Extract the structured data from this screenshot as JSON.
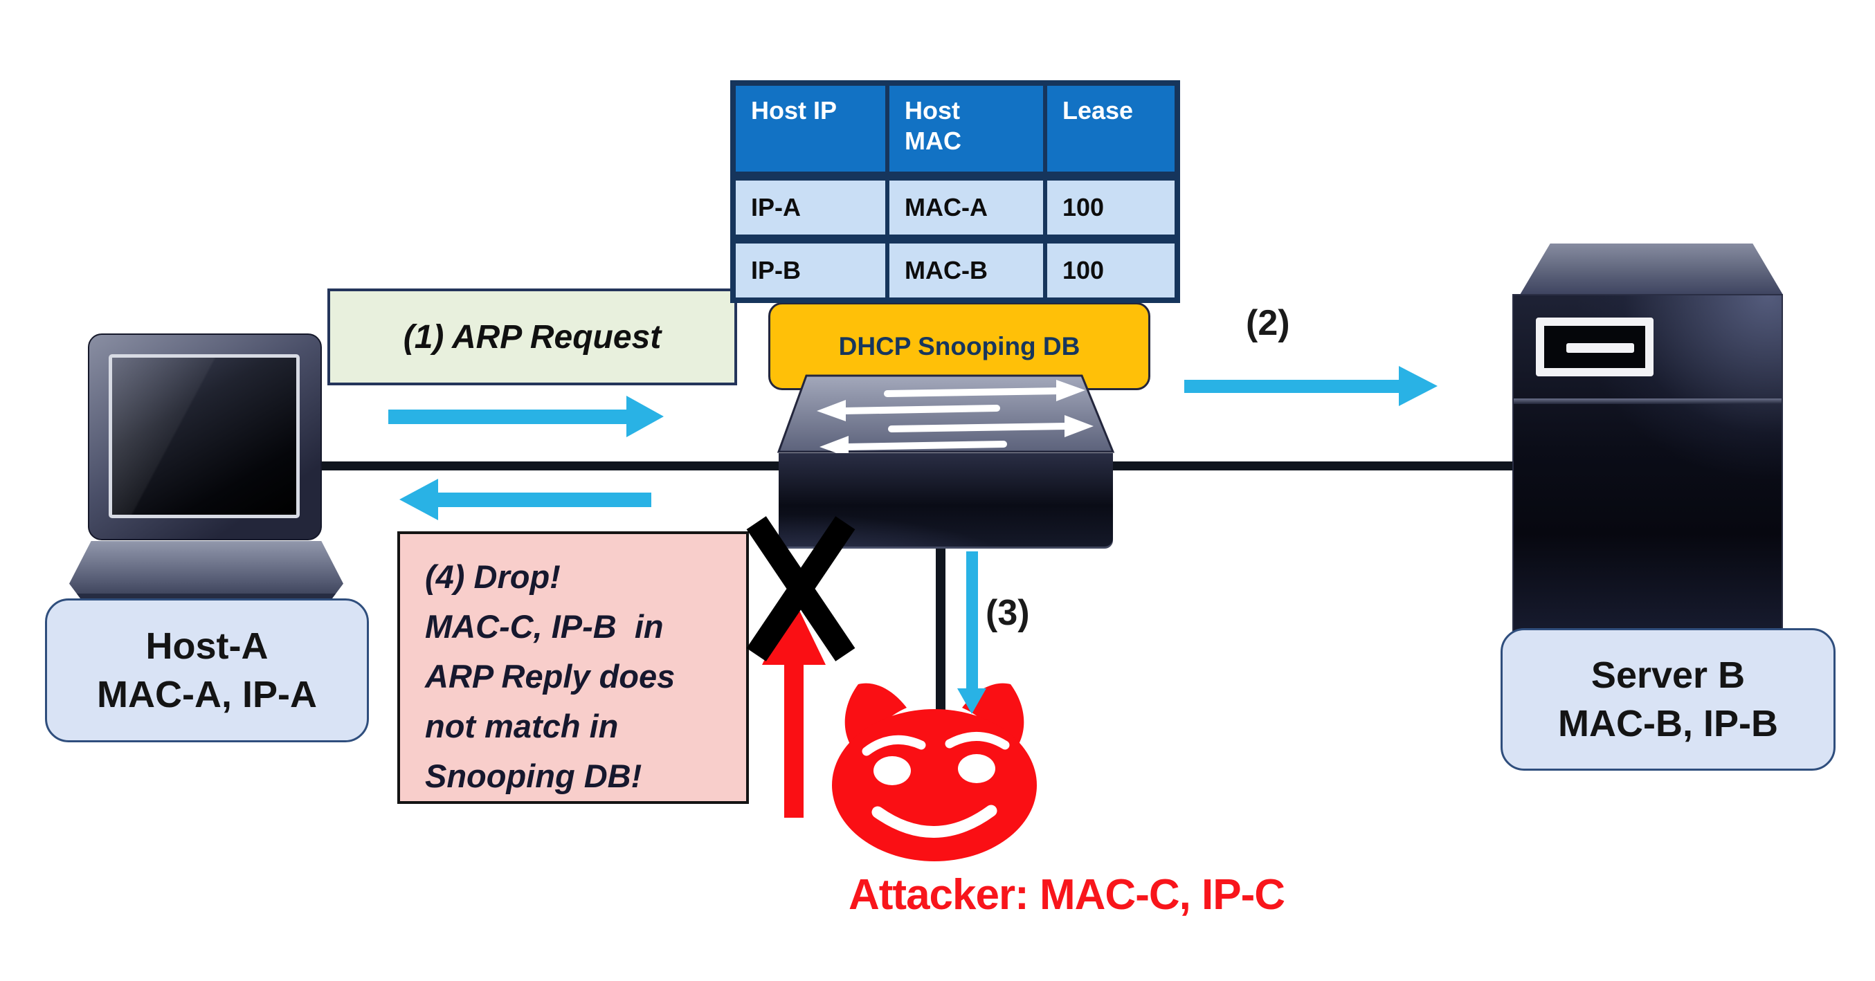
{
  "binding_table": {
    "headers": [
      "Host IP",
      "Host\nMAC",
      "Lease"
    ],
    "rows": [
      [
        "IP-A",
        "MAC-A",
        "100"
      ],
      [
        "IP-B",
        "MAC-B",
        "100"
      ]
    ]
  },
  "dhcp_db_label": "DHCP Snooping DB",
  "host_a": {
    "line1": "Host-A",
    "line2": "MAC-A, IP-A"
  },
  "server_b": {
    "line1": "Server B",
    "line2": "MAC-B, IP-B"
  },
  "steps": {
    "step1_label": "(1) ARP Request",
    "step2_label": "(2)",
    "step3_label": "(3)",
    "step4_lines": [
      "(4) Drop!",
      "MAC-C, IP-B  in",
      "ARP Reply does",
      "not match in",
      "Snooping DB!"
    ]
  },
  "attacker_label": "Attacker: MAC-C, IP-C",
  "colors": {
    "cyan_arrow": "#29B2E5",
    "red_attacker": "#FA0F14",
    "attacker_text": "#F8151B",
    "table_header_bg": "#1272C4",
    "table_row_bg": "#C9DEF5",
    "table_border": "#16355C",
    "dhcp_tag_bg": "#FFC008",
    "dhcp_tag_text": "#17365D",
    "note_green_bg": "#E8F0DD",
    "note_pink_bg": "#F8CECB",
    "node_label_bg": "#D9E3F5",
    "line_black": "#10151E"
  }
}
